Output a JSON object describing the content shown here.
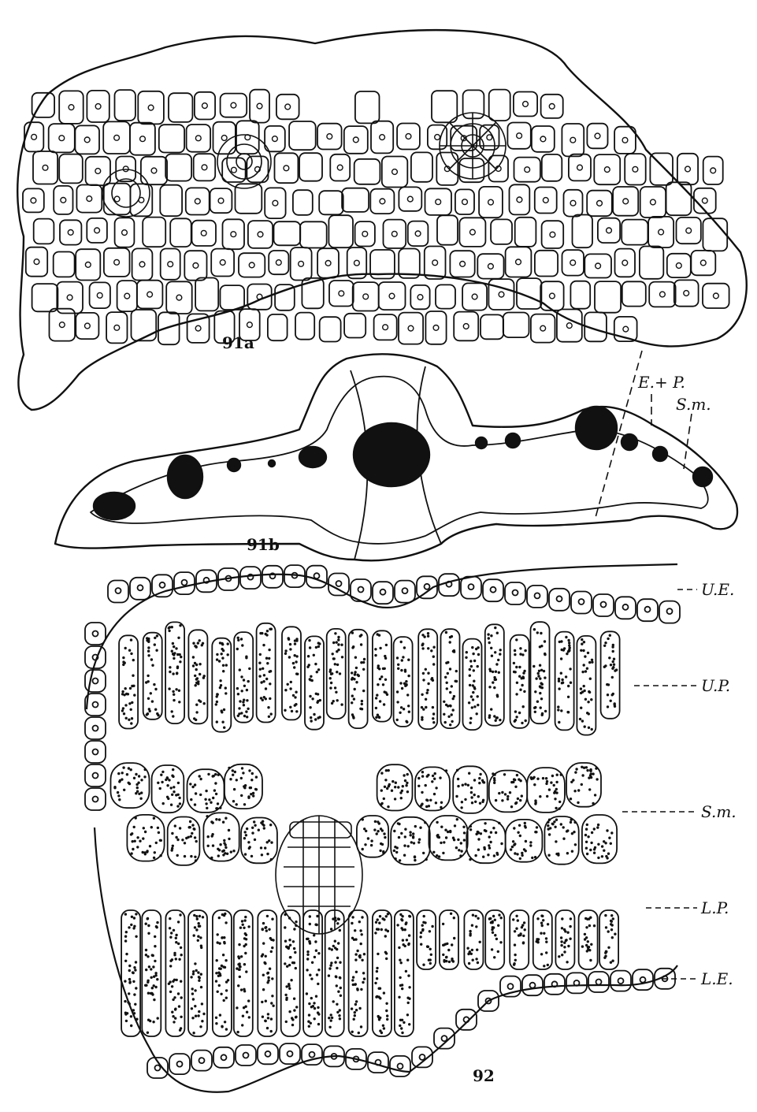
{
  "figures": {
    "fig91a": {
      "label": "91a"
    },
    "fig91b": {
      "label": "91b",
      "labels": [
        "E.+ P.",
        "S.m."
      ]
    },
    "fig92": {
      "label": "92",
      "labels": [
        "U.E.",
        "U.P.",
        "S.m.",
        "L.P.",
        "L.E."
      ]
    }
  },
  "colors": {
    "ink": "#111111",
    "paper": "#ffffff"
  }
}
